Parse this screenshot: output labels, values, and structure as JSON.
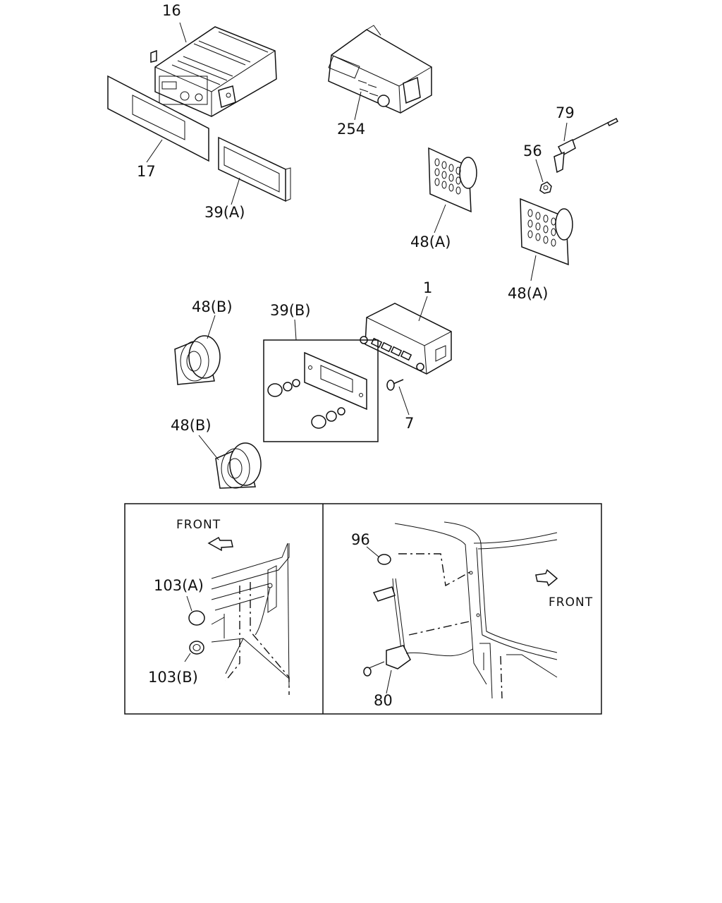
{
  "labels": {
    "p16": "16",
    "p254": "254",
    "p79": "79",
    "p56": "56",
    "p17": "17",
    "p39a": "39(A)",
    "p48a_1": "48(A)",
    "p48a_2": "48(A)",
    "p1": "1",
    "p48b_1": "48(B)",
    "p39b": "39(B)",
    "p7": "7",
    "p48b_2": "48(B)",
    "p103a": "103(A)",
    "p103b": "103(B)",
    "p96": "96",
    "p80": "80"
  },
  "insets": {
    "left_front": "FRONT",
    "right_front": "FRONT"
  }
}
